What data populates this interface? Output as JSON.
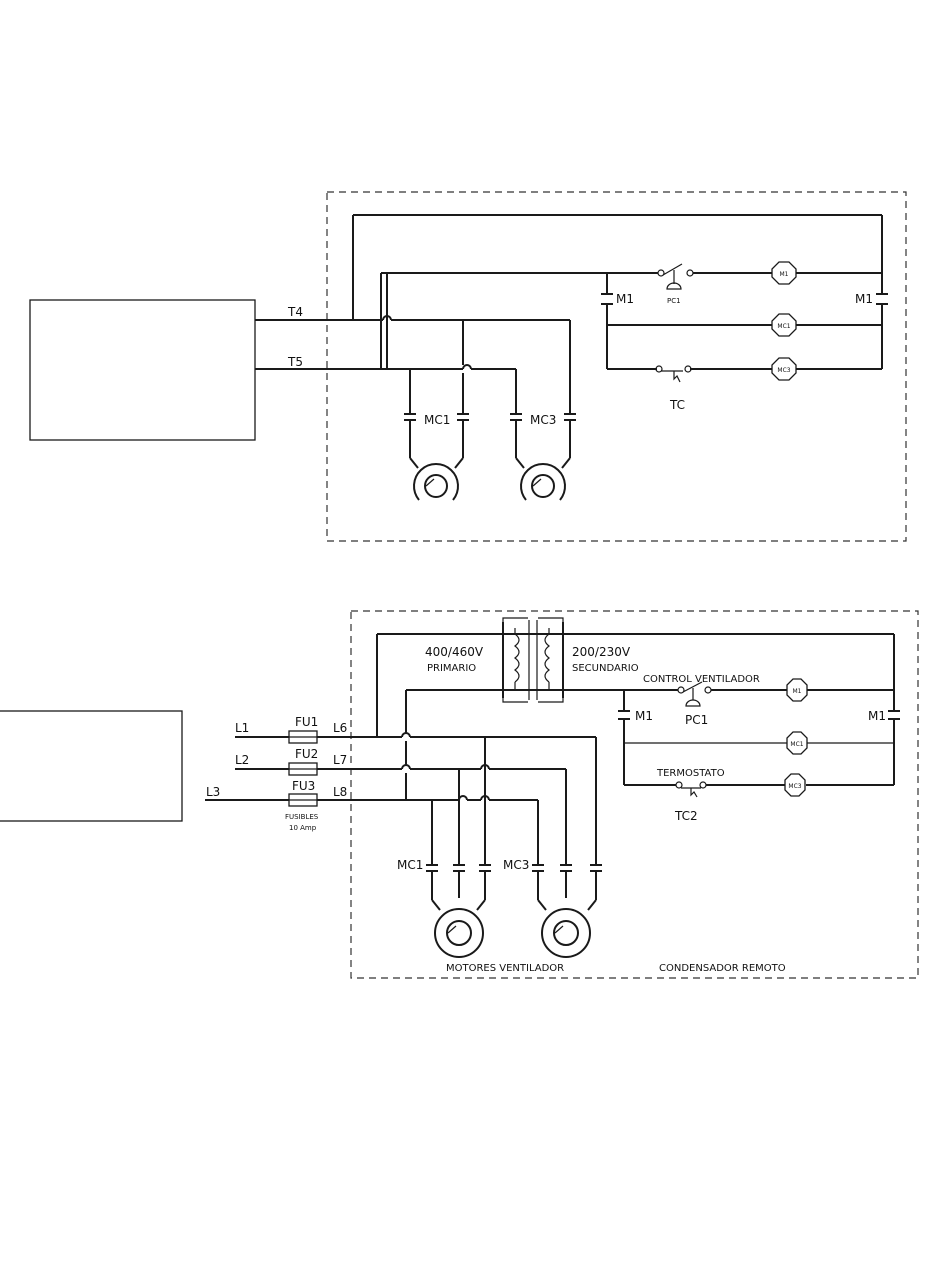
{
  "top": {
    "terminals": [
      "T4",
      "T5"
    ],
    "contactors": {
      "m1_left": "M1",
      "m1_right": "M1",
      "mc1": "MC1",
      "mc3": "MC3"
    },
    "switches": {
      "pressure": "PC1",
      "thermo": "TC"
    },
    "coils": {
      "m1": "M1",
      "mc1": "MC1",
      "mc3": "MC3"
    }
  },
  "bottom": {
    "lines": [
      "L1",
      "L2",
      "L3"
    ],
    "fuses": [
      "FU1",
      "FU2",
      "FU3"
    ],
    "loads": [
      "L6",
      "L7",
      "L8"
    ],
    "fuse_note": [
      "FUSIBLES",
      "10 Amp"
    ],
    "transformer": {
      "primary_v": "400/460V",
      "primary": "PRIMARIO",
      "secondary_v": "200/230V",
      "secondary": "SECUNDARIO"
    },
    "fan_control": "CONTROL VENTILADOR",
    "thermostat": "TERMOSTATO",
    "contactors": {
      "m1_left": "M1",
      "m1_right": "M1",
      "mc1": "MC1",
      "mc3": "MC3"
    },
    "switches": {
      "pressure": "PC1",
      "thermo": "TC2"
    },
    "coils": {
      "m1": "M1",
      "mc1": "MC1",
      "mc3": "MC3"
    },
    "motors_label": "MOTORES VENTILADOR",
    "panel_label": "CONDENSADOR REMOTO"
  }
}
